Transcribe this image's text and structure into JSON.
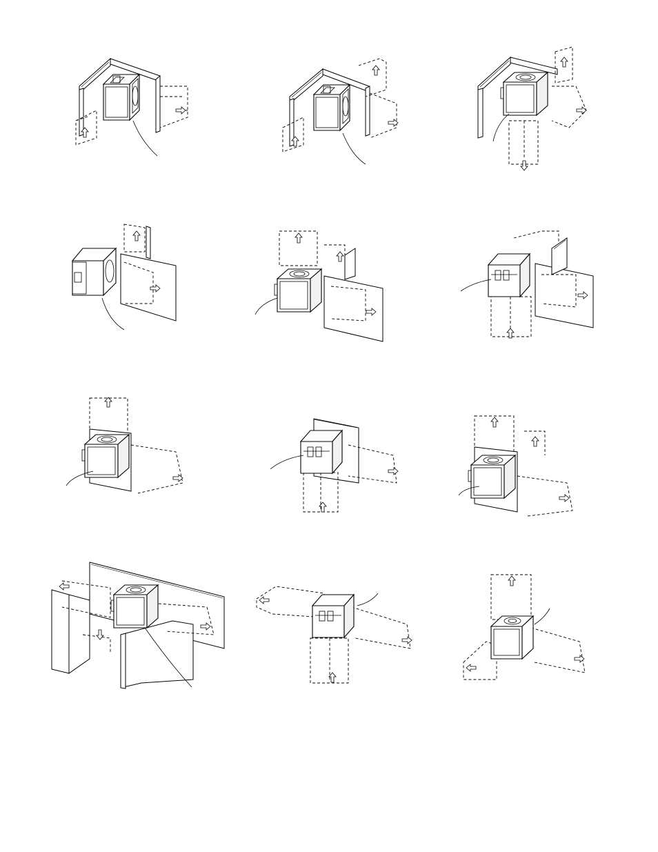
{
  "page": {
    "figures": [
      {
        "id": 1,
        "unit_face": "side",
        "arrows": [
          "back-left",
          "right"
        ]
      },
      {
        "id": 2,
        "unit_face": "side",
        "arrows": [
          "back-right",
          "left",
          "right"
        ]
      },
      {
        "id": 3,
        "unit_face": "front",
        "arrows": [
          "top",
          "right",
          "bottom"
        ]
      },
      {
        "id": 4,
        "unit_face": "side",
        "arrows": [
          "top",
          "right"
        ]
      },
      {
        "id": 5,
        "unit_face": "front",
        "arrows": [
          "top",
          "top-right",
          "right"
        ]
      },
      {
        "id": 6,
        "unit_face": "side",
        "arrows": [
          "top",
          "right",
          "bottom"
        ]
      },
      {
        "id": 7,
        "unit_face": "front",
        "arrows": [
          "top",
          "right"
        ]
      },
      {
        "id": 8,
        "unit_face": "side",
        "arrows": [
          "right",
          "bottom"
        ]
      },
      {
        "id": 9,
        "unit_face": "front",
        "arrows": [
          "top",
          "top-right",
          "right"
        ]
      },
      {
        "id": 10,
        "unit_face": "side",
        "arrows": [
          "left",
          "bottom",
          "right"
        ]
      },
      {
        "id": 11,
        "unit_face": "side",
        "arrows": [
          "left",
          "right",
          "bottom"
        ]
      },
      {
        "id": 12,
        "unit_face": "front",
        "arrows": [
          "top",
          "left",
          "right"
        ]
      }
    ]
  },
  "colors": {
    "line": "#000000",
    "paper": "#ffffff"
  }
}
